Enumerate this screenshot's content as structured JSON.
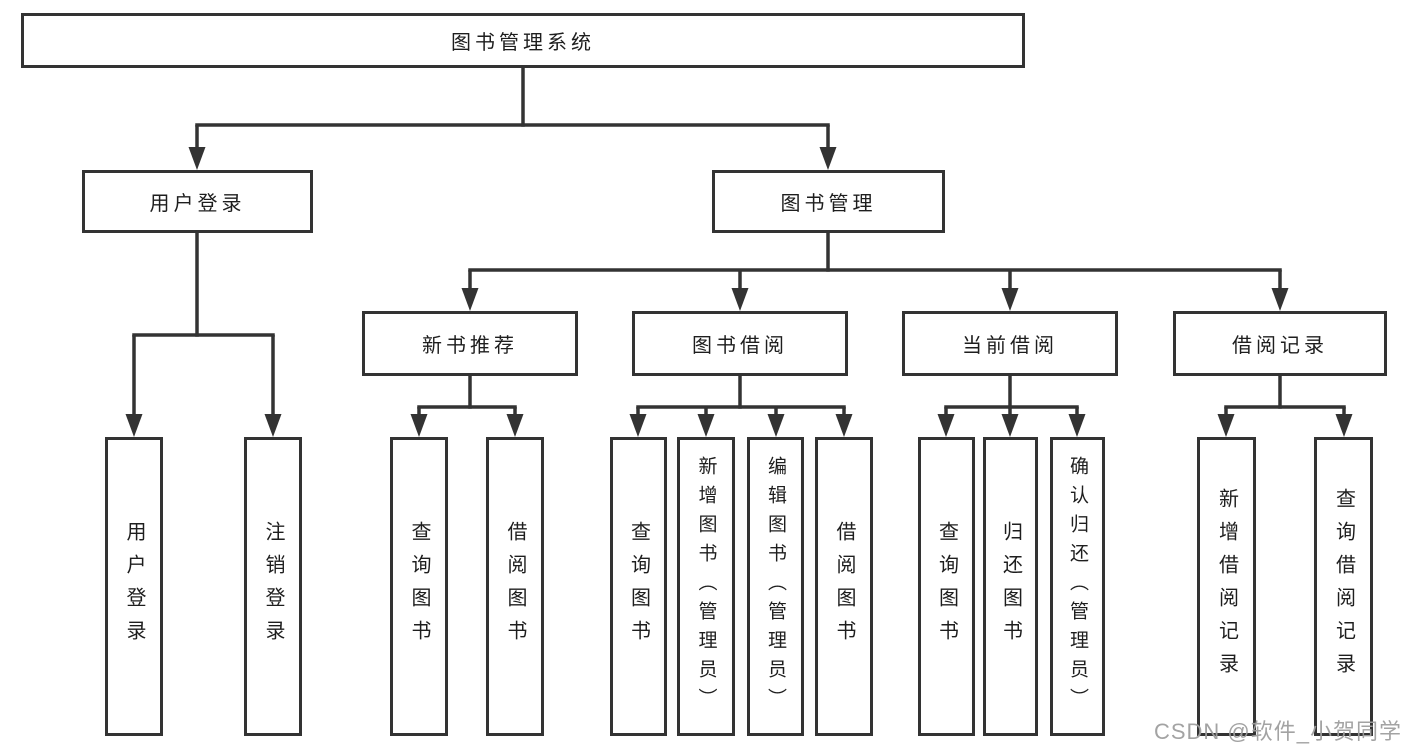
{
  "watermark": "CSDN @软件_小贺同学",
  "colors": {
    "line": "#333333",
    "text": "#1e1e1e",
    "background": "#ffffff",
    "watermark": "#9e9e9e"
  },
  "nodes": {
    "root": "图书管理系统",
    "user_login": "用户登录",
    "book_mgmt": "图书管理",
    "new_book_rec": "新书推荐",
    "book_borrow": "图书借阅",
    "current_borrow": "当前借阅",
    "borrow_records": "借阅记录",
    "leaf_user_login": "用户登录",
    "leaf_logout": "注销登录",
    "rec_query_book": "查询图书",
    "rec_borrow_book": "借阅图书",
    "bb_query_book": "查询图书",
    "bb_add_book": "新增图书（管理员）",
    "bb_edit_book": "编辑图书（管理员）",
    "bb_borrow_book": "借阅图书",
    "cb_query_book": "查询图书",
    "cb_return_book": "归还图书",
    "cb_confirm_return": "确认归还（管理员）",
    "br_add_record": "新增借阅记录",
    "br_query_record": "查询借阅记录"
  }
}
